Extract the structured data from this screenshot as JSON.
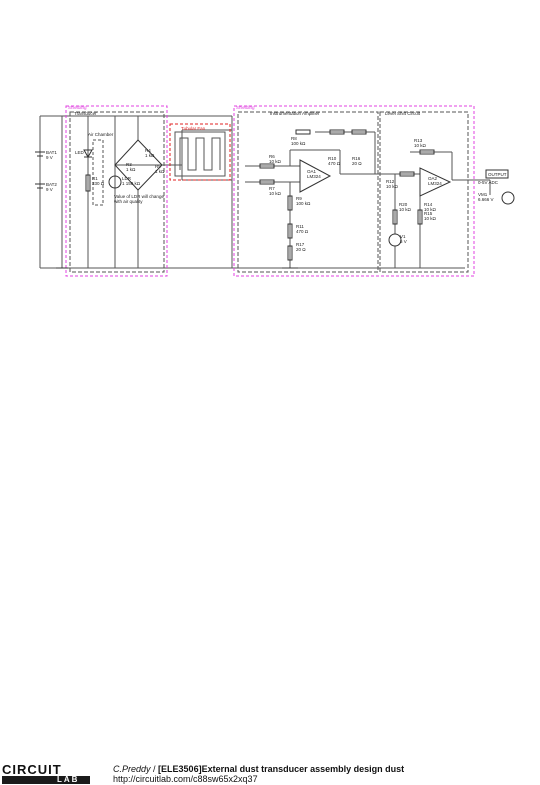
{
  "blocks": {
    "left_tag": "Shielding",
    "left_title": "Transducer",
    "right_tag": "Shielding",
    "amp_title": "Instrumentation Amplifier",
    "shift_title": "Level Shift Circuit",
    "tube_title": "Tubular Fan",
    "air_chamber": "Air Chamber"
  },
  "components": {
    "bat1": [
      "BAT1",
      "9 V"
    ],
    "bat2": [
      "BAT2",
      "9 V"
    ],
    "led": "LED",
    "r1": [
      "R1",
      "330 Ω"
    ],
    "ldr": [
      "LDR",
      "1 150 kΩ"
    ],
    "r3": [
      "R3",
      "1 kΩ"
    ],
    "r4": [
      "R4",
      "1 kΩ"
    ],
    "r5": [
      "R5",
      "1 kΩ"
    ],
    "ldr_note": [
      "Value of LDR will change",
      "with air quality"
    ],
    "r6": [
      "R6",
      "10 kΩ"
    ],
    "r7": [
      "R7",
      "10 kΩ"
    ],
    "r8": [
      "R8",
      "100 kΩ"
    ],
    "r9": [
      "R9",
      "100 kΩ"
    ],
    "r10": [
      "R10",
      "470 Ω"
    ],
    "r11": [
      "R11",
      "470 Ω"
    ],
    "r16": [
      "R16",
      "20 Ω"
    ],
    "r17": [
      "R17",
      "20 Ω"
    ],
    "oa1": [
      "OA1",
      "LM324"
    ],
    "r12": [
      "R12",
      "10 kΩ"
    ],
    "r13": [
      "R13",
      "10 kΩ"
    ],
    "r14": [
      "R14",
      "10 kΩ"
    ],
    "r15": [
      "R15",
      "10 kΩ"
    ],
    "r20": [
      "R20",
      "10 kΩ"
    ],
    "oa2": [
      "OA2",
      "LM324"
    ],
    "v1": [
      "V1",
      "5 V"
    ],
    "output": "OUTPUT",
    "vm1": [
      "VM1",
      "6.666 V"
    ],
    "adc": "0-5V ADC"
  },
  "footer": {
    "logo_top": "CIRCUIT",
    "logo_bottom": "LAB",
    "author": "C.Preddy",
    "separator": " / ",
    "title": "[ELE3506]External dust transducer assembly design dust",
    "url": "http://circuitlab.com/c88sw65x2xq37"
  },
  "colors": {
    "shield": "#e040e0",
    "fan": "#e02020",
    "wire": "#555555",
    "text": "#222222"
  }
}
